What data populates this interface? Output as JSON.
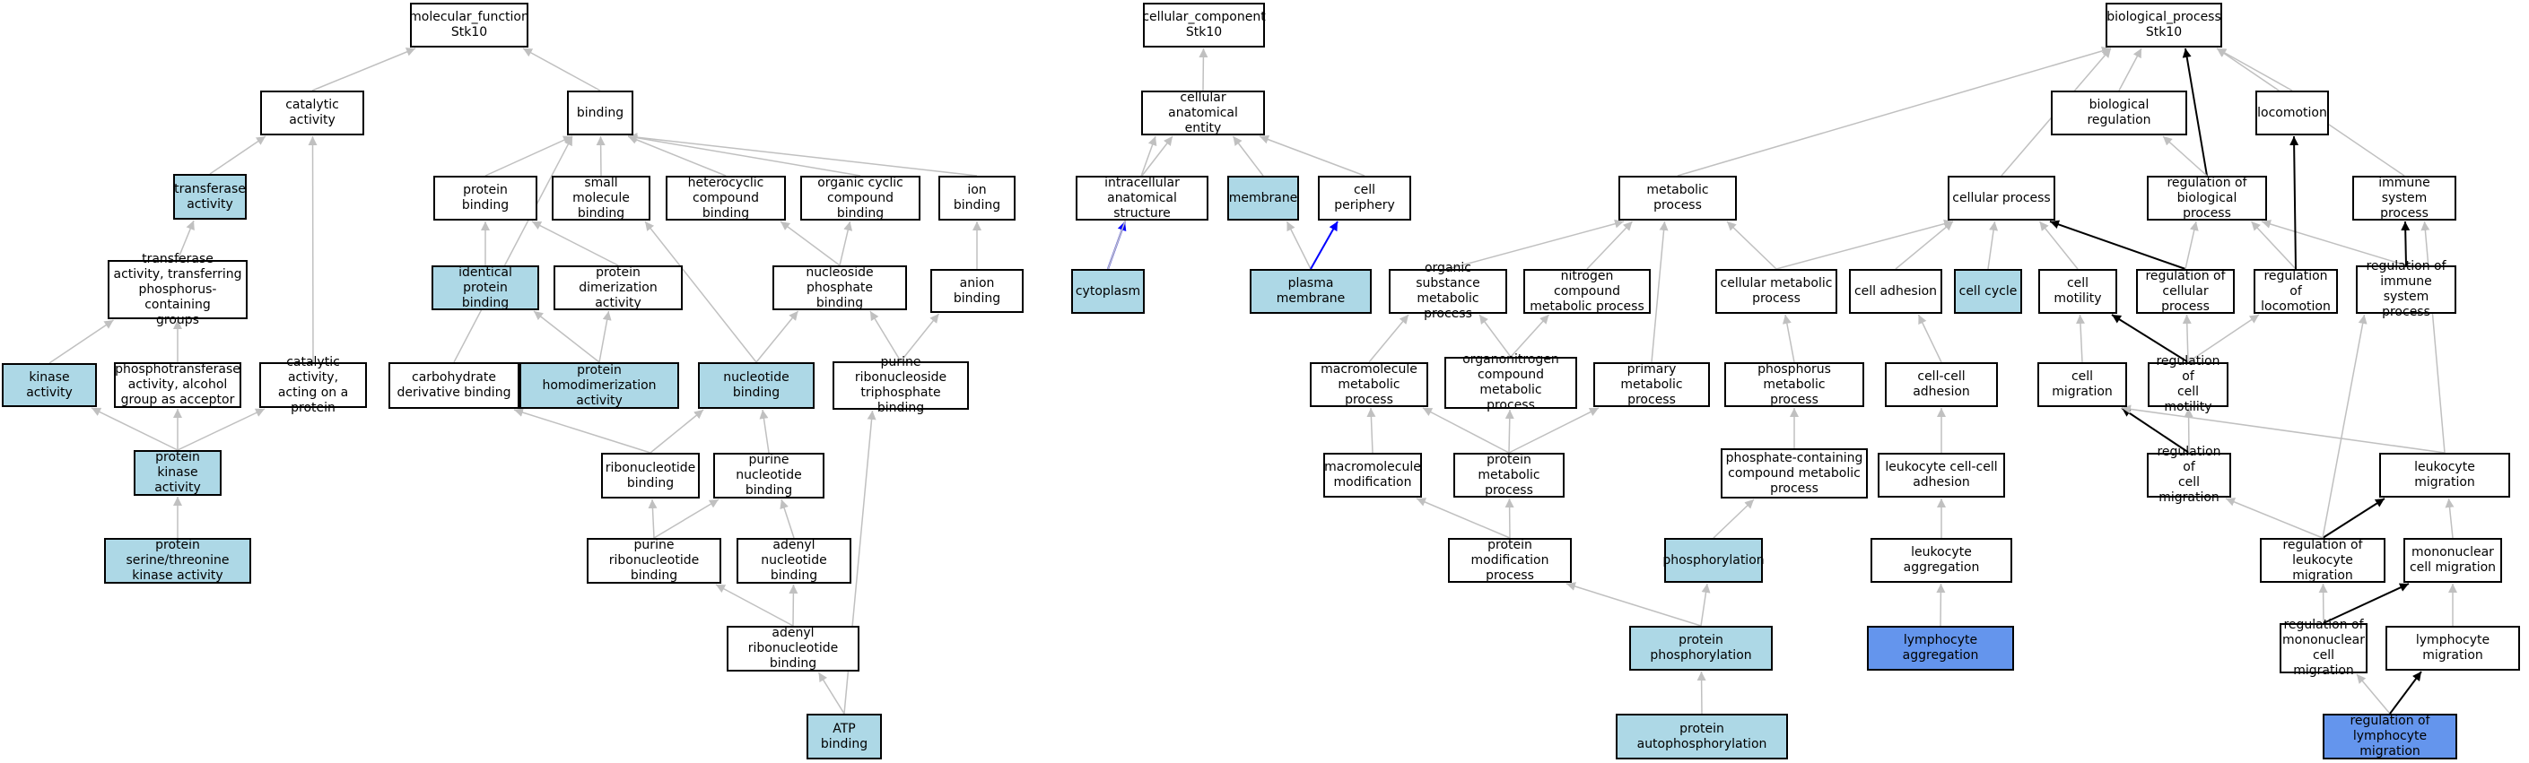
{
  "colors": {
    "default_fill": "#ffffff",
    "highlight_fill": "#add8e6",
    "selected_fill": "#6495ed",
    "gray_edge": "#c0c0c0",
    "black_edge": "#000000",
    "blue_edge": "#0000ff"
  },
  "nodes": {
    "mf": {
      "label": "molecular_function\nStk10",
      "style": "plain"
    },
    "cat_act": {
      "label": "catalytic activity",
      "style": "plain"
    },
    "binding": {
      "label": "binding",
      "style": "plain"
    },
    "transferase": {
      "label": "transferase\nactivity",
      "style": "hl"
    },
    "protein_binding": {
      "label": "protein binding",
      "style": "plain"
    },
    "small_mol": {
      "label": "small molecule\nbinding",
      "style": "plain"
    },
    "heterocyclic": {
      "label": "heterocyclic\ncompound binding",
      "style": "plain"
    },
    "org_cyclic": {
      "label": "organic cyclic\ncompound binding",
      "style": "plain"
    },
    "ion_binding": {
      "label": "ion binding",
      "style": "plain"
    },
    "transf_phos": {
      "label": "transferase\nactivity, transferring\nphosphorus-containing\ngroups",
      "style": "plain"
    },
    "ident_prot": {
      "label": "identical protein\nbinding",
      "style": "hl"
    },
    "prot_dimer": {
      "label": "protein dimerization\nactivity",
      "style": "plain"
    },
    "nuc_phos": {
      "label": "nucleoside phosphate\nbinding",
      "style": "plain"
    },
    "anion": {
      "label": "anion binding",
      "style": "plain"
    },
    "kinase": {
      "label": "kinase activity",
      "style": "hl"
    },
    "phosphotransf": {
      "label": "phosphotransferase\nactivity, alcohol\ngroup as acceptor",
      "style": "plain"
    },
    "cat_prot": {
      "label": "catalytic activity,\nacting on a\nprotein",
      "style": "plain"
    },
    "carb": {
      "label": "carbohydrate\nderivative binding",
      "style": "plain"
    },
    "prot_homodimer": {
      "label": "protein homodimerization\nactivity",
      "style": "hl"
    },
    "nucleotide": {
      "label": "nucleotide binding",
      "style": "hl"
    },
    "purine_ribonucleoside_tp": {
      "label": "purine ribonucleoside\ntriphosphate\nbinding",
      "style": "plain"
    },
    "prot_kinase": {
      "label": "protein kinase\nactivity",
      "style": "hl"
    },
    "ribonucleotide": {
      "label": "ribonucleotide\nbinding",
      "style": "plain"
    },
    "purine_nuc": {
      "label": "purine nucleotide\nbinding",
      "style": "plain"
    },
    "ser_thr": {
      "label": "protein serine/threonine\nkinase activity",
      "style": "hl"
    },
    "purine_ribo": {
      "label": "purine ribonucleotide\nbinding",
      "style": "plain"
    },
    "adenyl_nuc": {
      "label": "adenyl nucleotide\nbinding",
      "style": "plain"
    },
    "adenyl_ribo": {
      "label": "adenyl ribonucleotide\nbinding",
      "style": "plain"
    },
    "atp": {
      "label": "ATP binding",
      "style": "hl"
    },
    "cc": {
      "label": "cellular_component\nStk10",
      "style": "plain"
    },
    "cell_anat": {
      "label": "cellular anatomical\nentity",
      "style": "plain"
    },
    "intracell": {
      "label": "intracellular\nanatomical structure",
      "style": "plain"
    },
    "membrane": {
      "label": "membrane",
      "style": "hl"
    },
    "periphery": {
      "label": "cell periphery",
      "style": "plain"
    },
    "cytoplasm": {
      "label": "cytoplasm",
      "style": "hl"
    },
    "plasma_mem": {
      "label": "plasma membrane",
      "style": "hl"
    },
    "bp": {
      "label": "biological_process\nStk10",
      "style": "plain"
    },
    "bio_reg": {
      "label": "biological regulation",
      "style": "plain"
    },
    "locomotion": {
      "label": "locomotion",
      "style": "plain"
    },
    "metabolic": {
      "label": "metabolic process",
      "style": "plain"
    },
    "cellular": {
      "label": "cellular process",
      "style": "plain"
    },
    "reg_bio": {
      "label": "regulation of\nbiological process",
      "style": "plain"
    },
    "immune": {
      "label": "immune system\nprocess",
      "style": "plain"
    },
    "org_sub": {
      "label": "organic substance\nmetabolic process",
      "style": "plain"
    },
    "nitrogen": {
      "label": "nitrogen compound\nmetabolic process",
      "style": "plain"
    },
    "cell_met": {
      "label": "cellular metabolic\nprocess",
      "style": "plain"
    },
    "adhesion": {
      "label": "cell adhesion",
      "style": "plain"
    },
    "cycle": {
      "label": "cell cycle",
      "style": "hl"
    },
    "motility": {
      "label": "cell motility",
      "style": "plain"
    },
    "reg_cellular": {
      "label": "regulation of\ncellular process",
      "style": "plain"
    },
    "reg_loco": {
      "label": "regulation of\nlocomotion",
      "style": "plain"
    },
    "reg_immune": {
      "label": "regulation of\nimmune system\nprocess",
      "style": "plain"
    },
    "macro_met": {
      "label": "macromolecule\nmetabolic process",
      "style": "plain"
    },
    "organonitrogen": {
      "label": "organonitrogen\ncompound metabolic\nprocess",
      "style": "plain"
    },
    "primary": {
      "label": "primary metabolic\nprocess",
      "style": "plain"
    },
    "phosphorus": {
      "label": "phosphorus metabolic\nprocess",
      "style": "plain"
    },
    "cc_adhesion": {
      "label": "cell-cell adhesion",
      "style": "plain"
    },
    "migration": {
      "label": "cell migration",
      "style": "plain"
    },
    "reg_motility": {
      "label": "regulation of\ncell motility",
      "style": "plain"
    },
    "macro_mod": {
      "label": "macromolecule\nmodification",
      "style": "plain"
    },
    "prot_met": {
      "label": "protein metabolic\nprocess",
      "style": "plain"
    },
    "phosphate": {
      "label": "phosphate-containing\ncompound metabolic\nprocess",
      "style": "plain"
    },
    "leuko_cc": {
      "label": "leukocyte cell-cell\nadhesion",
      "style": "plain"
    },
    "reg_migration": {
      "label": "regulation of\ncell migration",
      "style": "plain"
    },
    "leuko_mig": {
      "label": "leukocyte migration",
      "style": "plain"
    },
    "prot_mod": {
      "label": "protein modification\nprocess",
      "style": "plain"
    },
    "phosphorylation": {
      "label": "phosphorylation",
      "style": "hl"
    },
    "leuko_agg": {
      "label": "leukocyte aggregation",
      "style": "plain"
    },
    "reg_leuko_mig": {
      "label": "regulation of\nleukocyte migration",
      "style": "plain"
    },
    "mono_mig": {
      "label": "mononuclear\ncell migration",
      "style": "plain"
    },
    "prot_phos": {
      "label": "protein phosphorylation",
      "style": "hl"
    },
    "lymph_agg": {
      "label": "lymphocyte aggregation",
      "style": "sel"
    },
    "reg_mono_mig": {
      "label": "regulation of\nmononuclear\ncell migration",
      "style": "plain"
    },
    "lymph_mig": {
      "label": "lymphocyte migration",
      "style": "plain"
    },
    "autophos": {
      "label": "protein autophosphorylation",
      "style": "hl"
    },
    "reg_lymph_mig": {
      "label": "regulation of\nlymphocyte migration",
      "style": "sel"
    }
  },
  "edges": [
    [
      "cat_act",
      "mf",
      "gray"
    ],
    [
      "binding",
      "mf",
      "gray"
    ],
    [
      "transferase",
      "cat_act",
      "gray"
    ],
    [
      "cat_prot",
      "cat_act",
      "gray"
    ],
    [
      "transf_phos",
      "transferase",
      "gray"
    ],
    [
      "kinase",
      "transf_phos",
      "gray"
    ],
    [
      "phosphotransf",
      "transf_phos",
      "gray"
    ],
    [
      "prot_kinase",
      "kinase",
      "gray"
    ],
    [
      "prot_kinase",
      "phosphotransf",
      "gray"
    ],
    [
      "prot_kinase",
      "cat_prot",
      "gray"
    ],
    [
      "ser_thr",
      "prot_kinase",
      "gray"
    ],
    [
      "protein_binding",
      "binding",
      "gray"
    ],
    [
      "small_mol",
      "binding",
      "gray"
    ],
    [
      "heterocyclic",
      "binding",
      "gray"
    ],
    [
      "org_cyclic",
      "binding",
      "gray"
    ],
    [
      "ion_binding",
      "binding",
      "gray"
    ],
    [
      "carb",
      "binding",
      "gray"
    ],
    [
      "ident_prot",
      "protein_binding",
      "gray"
    ],
    [
      "prot_dimer",
      "protein_binding",
      "gray"
    ],
    [
      "prot_homodimer",
      "ident_prot",
      "gray"
    ],
    [
      "prot_homodimer",
      "prot_dimer",
      "gray"
    ],
    [
      "nuc_phos",
      "heterocyclic",
      "gray"
    ],
    [
      "nuc_phos",
      "org_cyclic",
      "gray"
    ],
    [
      "anion",
      "ion_binding",
      "gray"
    ],
    [
      "nucleotide",
      "small_mol",
      "gray"
    ],
    [
      "nucleotide",
      "nuc_phos",
      "gray"
    ],
    [
      "purine_ribonucleoside_tp",
      "nuc_phos",
      "gray"
    ],
    [
      "purine_ribonucleoside_tp",
      "anion",
      "gray"
    ],
    [
      "ribonucleotide",
      "carb",
      "gray"
    ],
    [
      "ribonucleotide",
      "nucleotide",
      "gray"
    ],
    [
      "purine_nuc",
      "nucleotide",
      "gray"
    ],
    [
      "purine_ribo",
      "ribonucleotide",
      "gray"
    ],
    [
      "purine_ribo",
      "purine_nuc",
      "gray"
    ],
    [
      "adenyl_nuc",
      "purine_nuc",
      "gray"
    ],
    [
      "adenyl_ribo",
      "purine_ribo",
      "gray"
    ],
    [
      "adenyl_ribo",
      "adenyl_nuc",
      "gray"
    ],
    [
      "atp",
      "adenyl_ribo",
      "gray"
    ],
    [
      "atp",
      "purine_ribonucleoside_tp",
      "gray"
    ],
    [
      "cell_anat",
      "cc",
      "gray"
    ],
    [
      "intracell",
      "cell_anat",
      "gray"
    ],
    [
      "membrane",
      "cell_anat",
      "gray"
    ],
    [
      "periphery",
      "cell_anat",
      "gray"
    ],
    [
      "cytoplasm",
      "intracell",
      "blue"
    ],
    [
      "cytoplasm",
      "cell_anat",
      "gray"
    ],
    [
      "plasma_mem",
      "membrane",
      "gray"
    ],
    [
      "plasma_mem",
      "periphery",
      "blue"
    ],
    [
      "metabolic",
      "bp",
      "gray"
    ],
    [
      "cellular",
      "bp",
      "gray"
    ],
    [
      "bio_reg",
      "bp",
      "gray"
    ],
    [
      "locomotion",
      "bp",
      "gray"
    ],
    [
      "immune",
      "bp",
      "gray"
    ],
    [
      "reg_bio",
      "bp",
      "black"
    ],
    [
      "reg_bio",
      "bio_reg",
      "gray"
    ],
    [
      "org_sub",
      "metabolic",
      "gray"
    ],
    [
      "nitrogen",
      "metabolic",
      "gray"
    ],
    [
      "primary",
      "metabolic",
      "gray"
    ],
    [
      "cell_met",
      "metabolic",
      "gray"
    ],
    [
      "cell_met",
      "cellular",
      "gray"
    ],
    [
      "adhesion",
      "cellular",
      "gray"
    ],
    [
      "cycle",
      "cellular",
      "gray"
    ],
    [
      "motility",
      "cellular",
      "gray"
    ],
    [
      "reg_cellular",
      "cellular",
      "black"
    ],
    [
      "reg_cellular",
      "reg_bio",
      "gray"
    ],
    [
      "reg_loco",
      "reg_bio",
      "gray"
    ],
    [
      "reg_immune",
      "reg_bio",
      "gray"
    ],
    [
      "reg_loco",
      "locomotion",
      "black"
    ],
    [
      "reg_immune",
      "immune",
      "black"
    ],
    [
      "macro_met",
      "org_sub",
      "gray"
    ],
    [
      "organonitrogen",
      "org_sub",
      "gray"
    ],
    [
      "organonitrogen",
      "nitrogen",
      "gray"
    ],
    [
      "phosphorus",
      "cell_met",
      "gray"
    ],
    [
      "cc_adhesion",
      "adhesion",
      "gray"
    ],
    [
      "migration",
      "motility",
      "gray"
    ],
    [
      "reg_motility",
      "motility",
      "black"
    ],
    [
      "reg_motility",
      "reg_cellular",
      "gray"
    ],
    [
      "reg_motility",
      "reg_loco",
      "gray"
    ],
    [
      "macro_mod",
      "macro_met",
      "gray"
    ],
    [
      "prot_met",
      "macro_met",
      "gray"
    ],
    [
      "prot_met",
      "organonitrogen",
      "gray"
    ],
    [
      "prot_met",
      "primary",
      "gray"
    ],
    [
      "phosphate",
      "phosphorus",
      "gray"
    ],
    [
      "leuko_cc",
      "cc_adhesion",
      "gray"
    ],
    [
      "reg_migration",
      "migration",
      "black"
    ],
    [
      "reg_migration",
      "reg_motility",
      "gray"
    ],
    [
      "leuko_mig",
      "migration",
      "gray"
    ],
    [
      "leuko_mig",
      "immune",
      "gray"
    ],
    [
      "prot_mod",
      "macro_mod",
      "gray"
    ],
    [
      "prot_mod",
      "prot_met",
      "gray"
    ],
    [
      "phosphorylation",
      "phosphate",
      "gray"
    ],
    [
      "leuko_agg",
      "leuko_cc",
      "gray"
    ],
    [
      "reg_leuko_mig",
      "reg_migration",
      "gray"
    ],
    [
      "reg_leuko_mig",
      "leuko_mig",
      "black"
    ],
    [
      "reg_leuko_mig",
      "reg_immune",
      "gray"
    ],
    [
      "mono_mig",
      "leuko_mig",
      "gray"
    ],
    [
      "prot_phos",
      "prot_mod",
      "gray"
    ],
    [
      "prot_phos",
      "phosphorylation",
      "gray"
    ],
    [
      "lymph_agg",
      "leuko_agg",
      "gray"
    ],
    [
      "reg_mono_mig",
      "reg_leuko_mig",
      "gray"
    ],
    [
      "reg_mono_mig",
      "mono_mig",
      "black"
    ],
    [
      "lymph_mig",
      "mono_mig",
      "gray"
    ],
    [
      "autophos",
      "prot_phos",
      "gray"
    ],
    [
      "reg_lymph_mig",
      "reg_mono_mig",
      "gray"
    ],
    [
      "reg_lymph_mig",
      "lymph_mig",
      "black"
    ]
  ]
}
